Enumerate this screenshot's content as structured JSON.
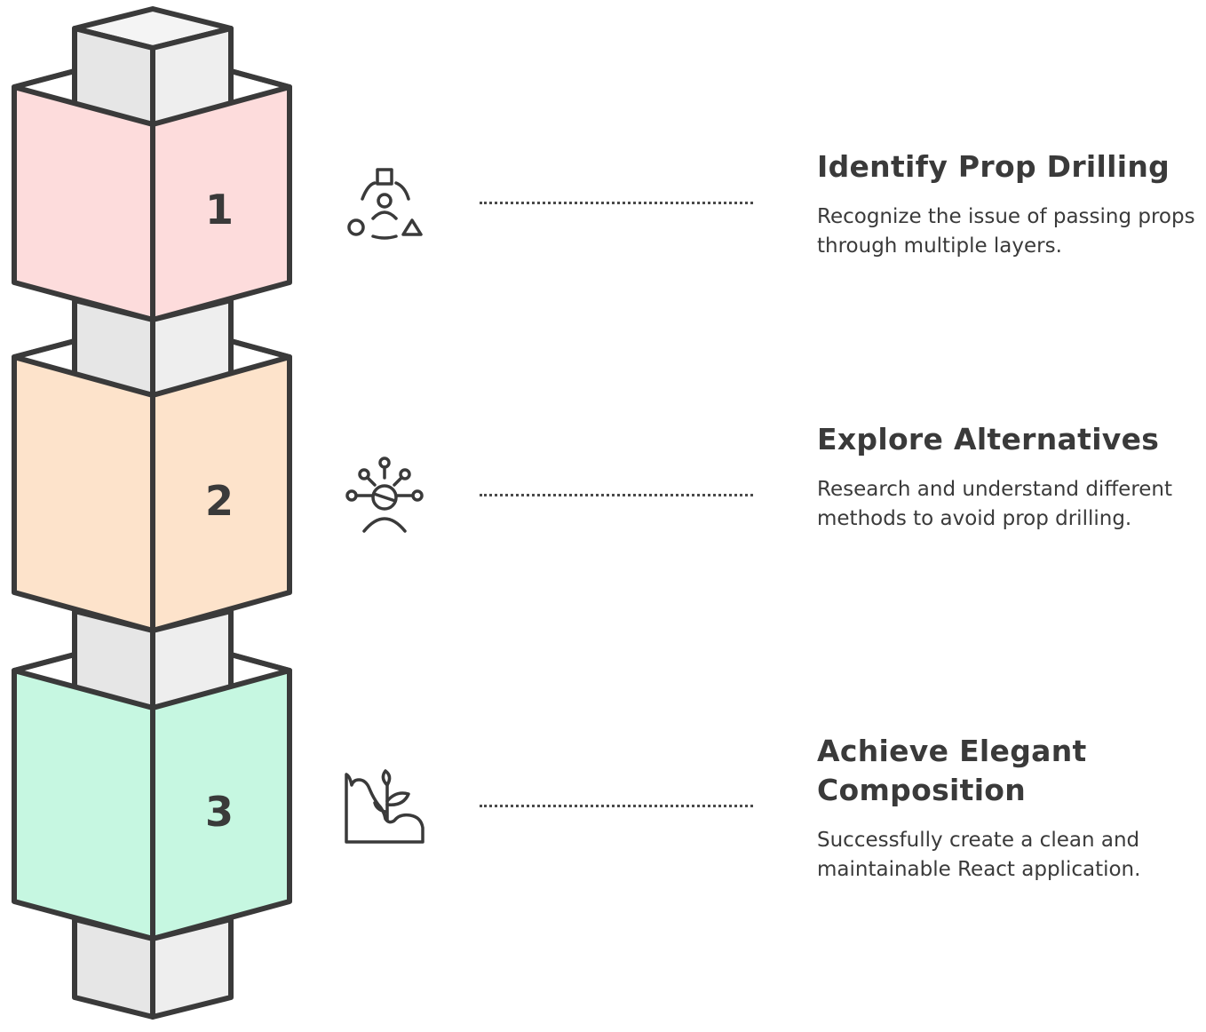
{
  "steps": [
    {
      "number": "1",
      "title": "Identify Prop Drilling",
      "description": "Recognize the issue of passing props through multiple layers.",
      "icon": "person-with-shapes-icon",
      "color": "#fddcdc"
    },
    {
      "number": "2",
      "title": "Explore Alternatives",
      "description": "Research and understand different methods to avoid prop drilling.",
      "icon": "person-with-options-icon",
      "color": "#fde3cb"
    },
    {
      "number": "3",
      "title": "Achieve Elegant Composition",
      "description": "Successfully create a clean and maintainable React application.",
      "icon": "sprout-on-hill-icon",
      "color": "#c6f7e1"
    }
  ],
  "colors": {
    "stroke": "#3a3a3a",
    "pillar": "#e9e9e9"
  }
}
